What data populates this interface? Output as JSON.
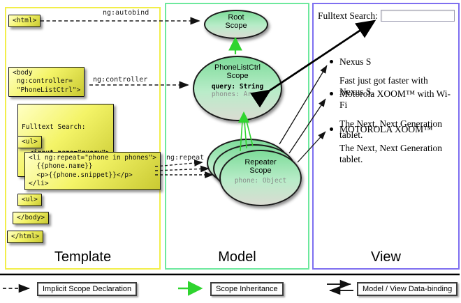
{
  "panels": {
    "template": {
      "label": "Template"
    },
    "model": {
      "label": "Model"
    },
    "view": {
      "label": "View"
    }
  },
  "template_code": {
    "html_open": "<html>",
    "body_open": "<body\n ng:controller=\n \"PhoneListCtrl\">",
    "fulltext_label": "Fulltext Search:",
    "fulltext_input": "  <input name=\"query\">",
    "ul_open": "<ul>",
    "li_block": "<li ng:repeat=\"phone in phones\">\n  {{phone.name}}\n  <p>{{phone.snippet}}</p>\n</li>",
    "ul_close": "<ul>",
    "body_close": "</body>",
    "html_close": "</html>"
  },
  "edge_labels": {
    "autobind": "ng:autobind",
    "controller": "ng:controller",
    "repeat": "ng:repeat"
  },
  "scopes": {
    "root": {
      "title": "Root\nScope"
    },
    "phonelist": {
      "title": "PhoneListCtrl\nScope",
      "prop_query": "query: String",
      "prop_phones": "phones: Array"
    },
    "repeater": {
      "title": "Repeater\nScope",
      "prop_phone": "phone: Object"
    }
  },
  "view": {
    "search_label": "Fulltext Search:",
    "search_value": "",
    "items": [
      {
        "title": "Nexus S",
        "desc": "Fast just got faster with Nexus S."
      },
      {
        "title": "Motorola XOOM™  with Wi-Fi",
        "desc": "The Next, Next Generation tablet."
      },
      {
        "title": "MOTOROLA XOOM™",
        "desc": "The Next, Next Generation tablet."
      }
    ]
  },
  "legend": {
    "implicit": "Implicit Scope Declaration",
    "inheritance": "Scope Inheritance",
    "databinding": "Model / View Data-binding"
  },
  "colors": {
    "template_border": "#f2ee4a",
    "model_border": "#6de89d",
    "view_border": "#7e6ff0",
    "inheritance_green": "#2fd42f",
    "code_box_yellow": "#f4f468"
  }
}
